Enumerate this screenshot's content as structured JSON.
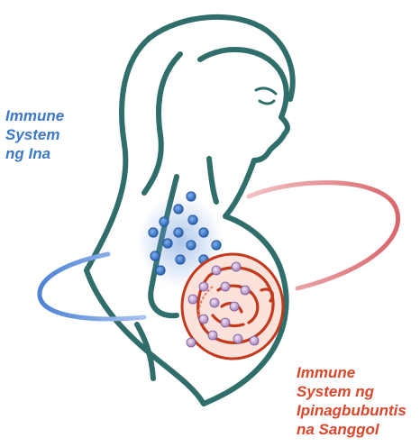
{
  "labels": {
    "mother_immune": {
      "lines": [
        "Immune",
        "System",
        "ng Ina"
      ]
    },
    "fetal_immune": {
      "lines": [
        "Immune",
        "System ng",
        "Ipinagbubuntis",
        "na Sanggol"
      ]
    }
  },
  "colors": {
    "outline": "#2f6e6a",
    "mother_accent": "#3d78c8",
    "fetal_accent": "#d9462a",
    "mother_arc": "#6f9be0",
    "fetal_arc": "#e6898c",
    "mother_cell": "#2f6fc0",
    "fetal_cell": "#b394c8",
    "womb_fill": "#fbe3dc",
    "background": "#ffffff"
  },
  "icons": {
    "figure": "pregnant-woman-icon",
    "fetus": "fetus-icon"
  }
}
